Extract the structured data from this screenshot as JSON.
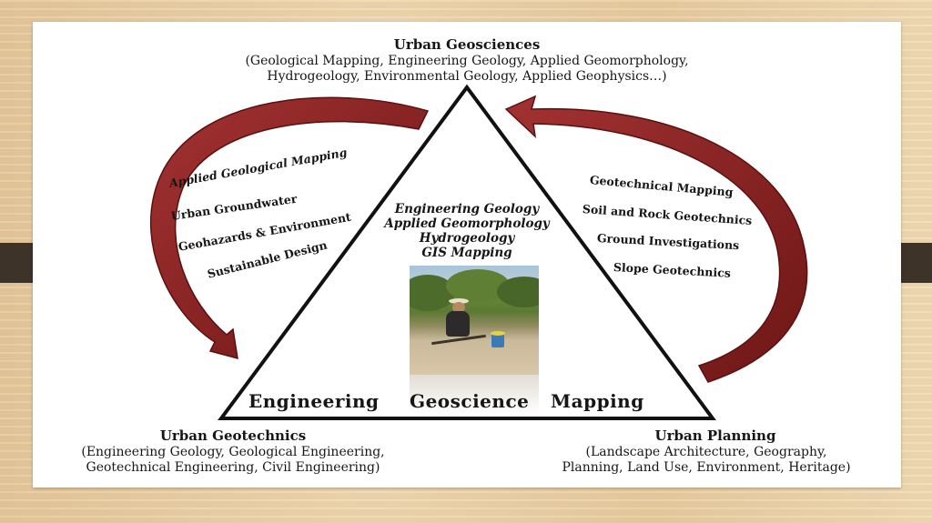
{
  "diagram": {
    "top": {
      "title": "Urban Geosciences",
      "line1": "(Geological Mapping, Engineering Geology, Applied Geomorphology,",
      "line2": "Hydrogeology, Environmental Geology, Applied Geophysics…)"
    },
    "bottom_left": {
      "title": "Urban Geotechnics",
      "line1": "(Engineering Geology, Geological Engineering,",
      "line2": "Geotechnical Engineering, Civil Engineering)"
    },
    "bottom_right": {
      "title": "Urban Planning",
      "line1": "(Landscape Architecture, Geography,",
      "line2": "Planning, Land Use, Environment, Heritage)"
    },
    "left_items": [
      "Applied Geological Mapping",
      "Urban Groundwater",
      "Geohazards & Environment",
      "Sustainable Design"
    ],
    "right_items": [
      "Geotechnical Mapping",
      "Soil and Rock Geotechnics",
      "Ground Investigations",
      "Slope Geotechnics"
    ],
    "center_items": [
      "Engineering Geology",
      "Applied Geomorphology",
      "Hydrogeology",
      "GIS Mapping"
    ],
    "base_label": {
      "word1": "Engineering",
      "word2": "Geoscience",
      "word3": "Mapping"
    },
    "colors": {
      "arrow": "#8a1f1f",
      "triangle": "#111111"
    }
  }
}
